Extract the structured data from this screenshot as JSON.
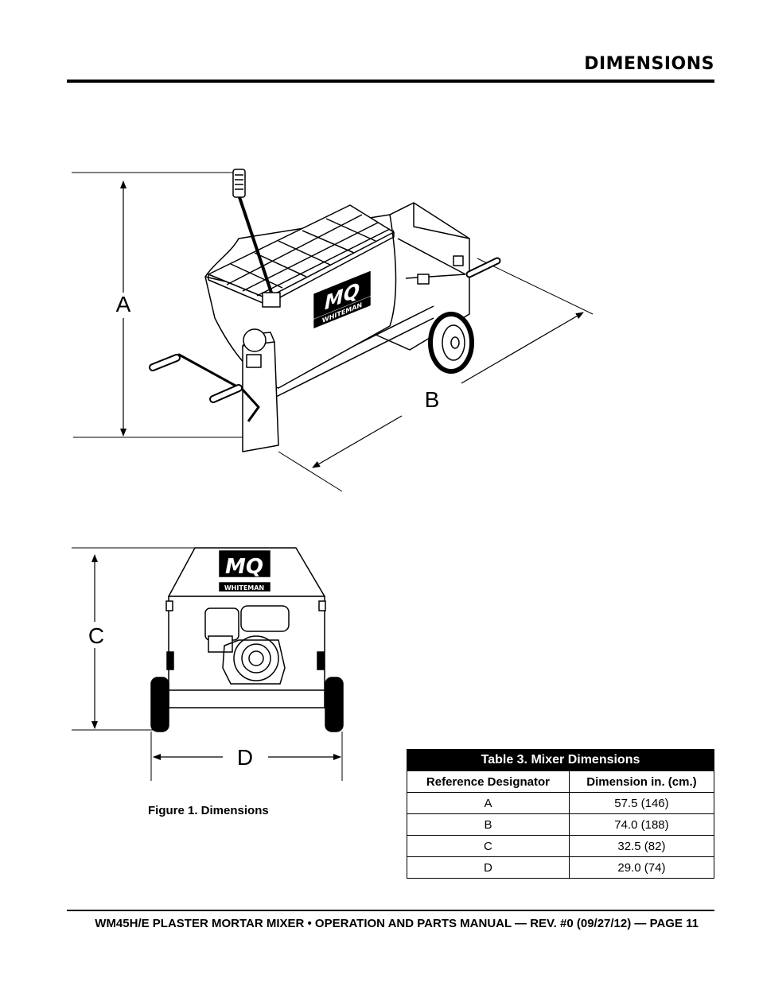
{
  "header": {
    "title": "DIMENSIONS"
  },
  "figure": {
    "labels": {
      "a": "A",
      "b": "B",
      "c": "C",
      "d": "D"
    },
    "logo_text": "MQ",
    "brand_text": "WHITEMAN",
    "caption": "Figure 1. Dimensions"
  },
  "table": {
    "title": "Table 3. Mixer Dimensions",
    "columns": [
      "Reference Designator",
      "Dimension in. (cm.)"
    ],
    "rows": [
      [
        "A",
        "57.5 (146)"
      ],
      [
        "B",
        "74.0 (188)"
      ],
      [
        "C",
        "32.5 (82)"
      ],
      [
        "D",
        "29.0 (74)"
      ]
    ]
  },
  "footer": {
    "text": "WM45H/E PLASTER MORTAR MIXER • OPERATION AND PARTS MANUAL — REV. #0 (09/27/12) — PAGE 11"
  }
}
